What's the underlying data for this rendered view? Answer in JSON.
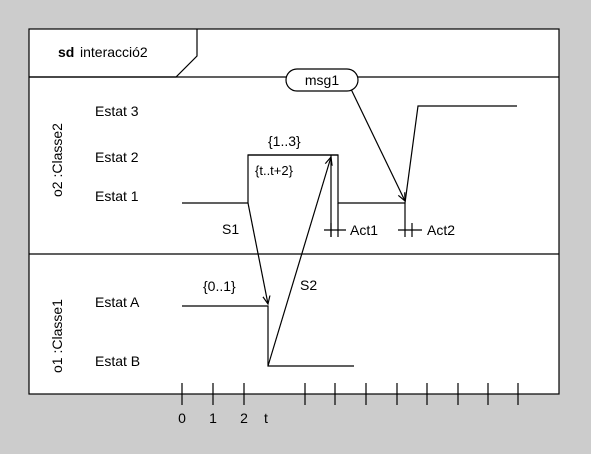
{
  "frame": {
    "keyword": "sd",
    "name": "interacció2"
  },
  "lifelines": [
    {
      "name": "o2 :Classe2",
      "states": [
        "Estat 3",
        "Estat 2",
        "Estat 1"
      ]
    },
    {
      "name": "o1 :Classe1",
      "states": [
        "Estat A",
        "Estat B"
      ]
    }
  ],
  "messages": {
    "s1": "S1",
    "s2": "S2",
    "msg1": "msg1"
  },
  "constraints": {
    "c13": "{1..3}",
    "ct": "{t..t+2}",
    "c01": "{0..1}"
  },
  "actions": {
    "act1": "Act1",
    "act2": "Act2"
  },
  "time_axis": {
    "ticks": [
      "0",
      "1",
      "2",
      "t"
    ]
  }
}
